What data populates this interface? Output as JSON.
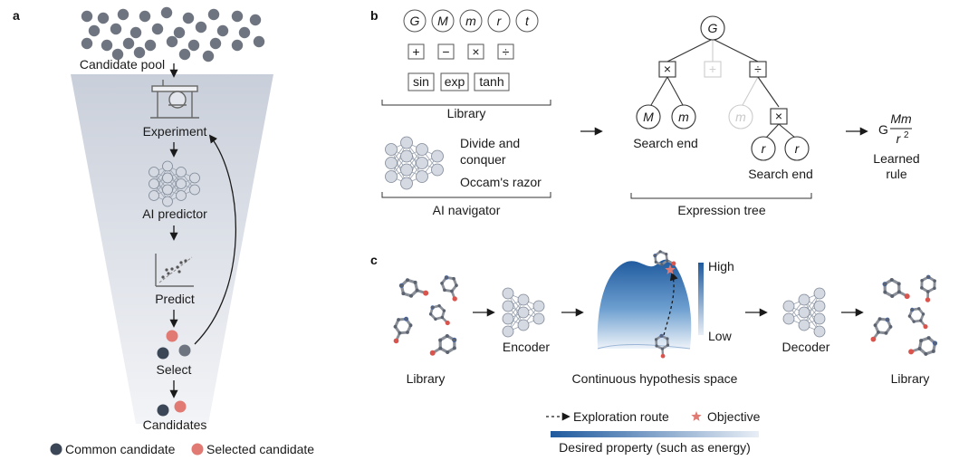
{
  "panels": {
    "a": "a",
    "b": "b",
    "c": "c"
  },
  "panel_a": {
    "candidate_pool": "Candidate pool",
    "experiment": "Experiment",
    "ai_predictor": "AI predictor",
    "predict": "Predict",
    "select": "Select",
    "candidates": "Candidates",
    "legend_common": "Common candidate",
    "legend_selected": "Selected candidate",
    "colors": {
      "common": "#3b4656",
      "selected": "#e07a72",
      "pool": "#6f7580",
      "funnel": "#d4d9e2"
    }
  },
  "panel_b": {
    "symbols": [
      "G",
      "M",
      "m",
      "r",
      "t"
    ],
    "operators": [
      "+",
      "−",
      "×",
      "÷"
    ],
    "functions": [
      "sin",
      "exp",
      "tanh"
    ],
    "library": "Library",
    "navigator_line1": "Divide and",
    "navigator_line2": "conquer",
    "navigator_line3": "Occam's razor",
    "ai_navigator": "AI navigator",
    "tree": {
      "root": "G",
      "op_left": "×",
      "op_mid": "+",
      "op_right": "÷",
      "leaf_M": "M",
      "leaf_m": "m",
      "leaf_m_faded": "m",
      "op_sub": "×",
      "leaf_r1": "r",
      "leaf_r2": "r",
      "search_end_1": "Search end",
      "search_end_2": "Search end"
    },
    "expression_tree": "Expression tree",
    "rule_G": "G",
    "rule_num": "Mm",
    "rule_den": "r",
    "rule_exp": "2",
    "learned_rule_1": "Learned",
    "learned_rule_2": "rule"
  },
  "panel_c": {
    "library_left": "Library",
    "encoder": "Encoder",
    "hypothesis_space": "Continuous hypothesis space",
    "high": "High",
    "low": "Low",
    "decoder": "Decoder",
    "library_right": "Library",
    "legend_route": "Exploration route",
    "legend_objective": "Objective",
    "desired_property": "Desired property (such as energy)",
    "colors": {
      "surface_dark": "#1f5a9e",
      "surface_light": "#e6eef7",
      "objective": "#e07a72"
    }
  }
}
